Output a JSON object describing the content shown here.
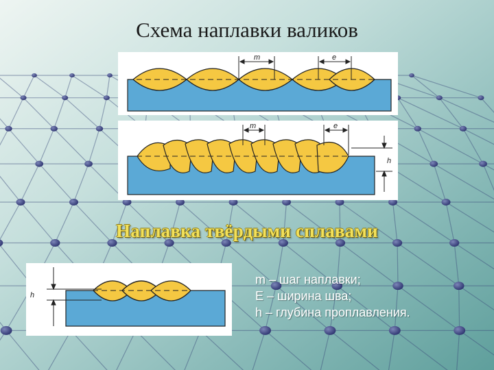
{
  "title": "Схема наплавки валиков",
  "subtitle": "Наплавка твёрдыми сплавами",
  "diagram_labels": {
    "m": "m",
    "e": "e",
    "h": "h"
  },
  "legend": [
    "m – шаг наплавки;",
    "E – ширина шва;",
    "h – глубина проплавления."
  ],
  "colors": {
    "bead": "#f5c842",
    "base_metal": "#5ba9d6",
    "outline": "#222222",
    "title_text": "#1a1a1a",
    "subtitle_text": "#f3e15a",
    "legend_text": "#ffffff",
    "background": "#7fb5b4"
  }
}
